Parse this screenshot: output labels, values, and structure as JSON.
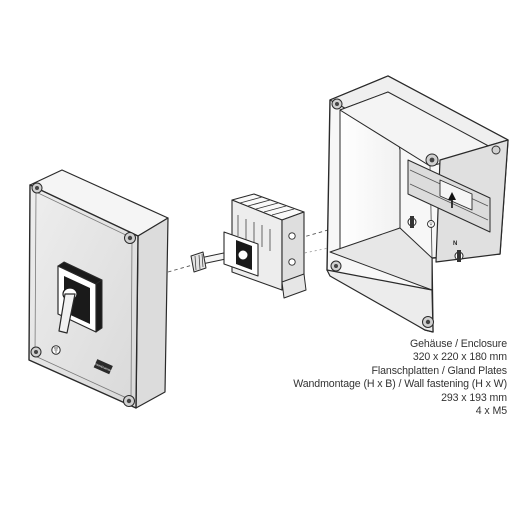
{
  "specs": {
    "line1": "Gehäuse / Enclosure",
    "line2": "320 x 220 x 180 mm",
    "line3": "Flanschplatten / Gland Plates",
    "line4": "Wandmontage (H x B) / Wall fastening (H x W)",
    "line5": "293 x 193 mm",
    "line6": "4 x M5"
  },
  "labels": {
    "brand": "kraus&naimer",
    "neutral": "N"
  },
  "colors": {
    "line": "#2a2a2a",
    "face_gray": "#e9e9e9",
    "shade_gray": "#d2d2d2",
    "dark": "#1a1a1a"
  },
  "icons": [
    "ground-symbol-icon",
    "up-arrow-icon"
  ]
}
